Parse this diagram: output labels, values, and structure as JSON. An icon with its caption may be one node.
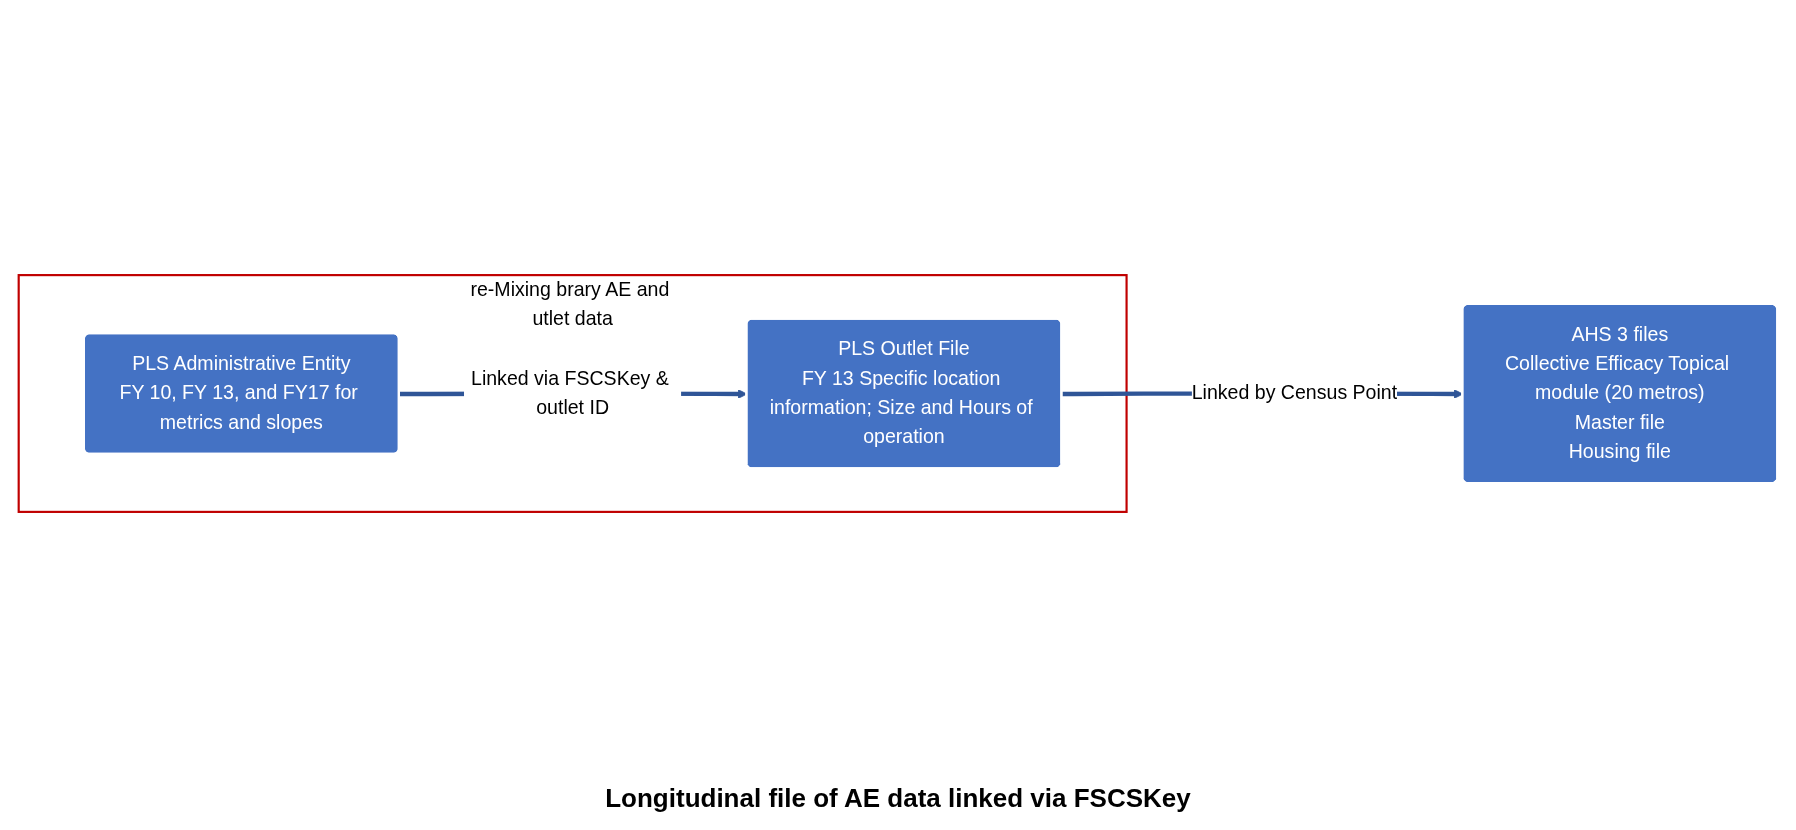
{
  "diagram": {
    "nodes": [
      {
        "text": [
          "re-Mixing brary AE and utlet data"
        ]
      },
      {
        "text": [
          "PLS Administrative Entity",
          "FY 10, FY 13, and FY17 for metrics and slopes"
        ],
        "in": 0
      },
      {
        "text": [
          "PLS Outlet File",
          "FY 13 Specific location information; Size and Hours of operation"
        ],
        "in": 0
      },
      {
        "text": [
          "AHS 3 files",
          "Collective Efficacy Topical module (20 metros)",
          "Master file",
          "Housing file"
        ]
      }
    ],
    "edges": [
      {
        "from": 1,
        "to": 2,
        "arrow": "to",
        "label": "Linked via FSCSKey & outlet ID"
      },
      {
        "from": 2,
        "to": 3,
        "arrow": "to",
        "label": "Linked by Census Point"
      }
    ],
    "labels": [
      "Longitudinal file of AE data linked via FSCSKey"
    ]
  }
}
